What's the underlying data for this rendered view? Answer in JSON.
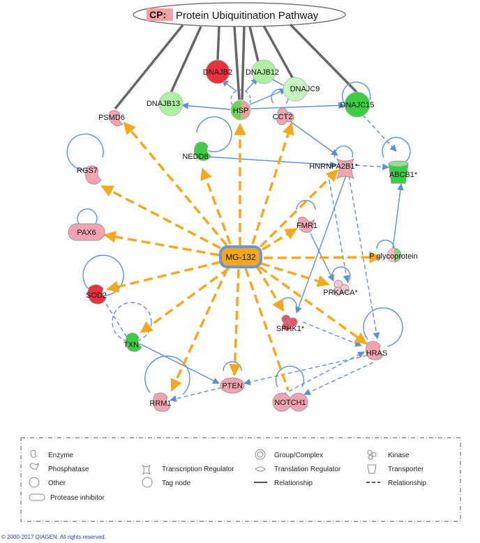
{
  "pathway": {
    "prefix": "CP:",
    "name": "Protein Ubiquitination Pathway"
  },
  "center": {
    "label": "MG-132",
    "type": "protease-inhibitor"
  },
  "nodes": {
    "DNAJB2": "DNAJB2",
    "DNAJB12": "DNAJB12",
    "DNAJC9": "DNAJC9",
    "DNAJB13": "DNAJB13",
    "HSP": "HSP",
    "DNAJC15": "DNAJC15",
    "PSMD6": "PSMD6",
    "NEDD8": "NEDD8",
    "CCT2": "CCT2",
    "RGS7": "RGS7",
    "HNRNPA2B1": "HNRNPA2B1*",
    "ABCB1": "ABCB1*",
    "PAX6": "PAX6",
    "FMR1": "FMR1",
    "PGLYCO": "P glycoprotein",
    "SOD2": "SOD2",
    "PRKACA": "PRKACA*",
    "SPHK1": "SPHK1*",
    "TXN": "TXN",
    "HRAS": "HRAS",
    "PTEN": "PTEN",
    "RRM1": "RRM1",
    "NOTCH1": "NOTCH1"
  },
  "colors": {
    "edge_blue": "#5b8fd6",
    "edge_orange": "#f4a91c",
    "edge_gray": "#666666",
    "node_pink": "#f4a3b3",
    "node_red": "#e8333f",
    "node_green": "#3ccd45",
    "node_lightgreen": "#aef0a4",
    "center_fill": "#f4a91c",
    "center_border": "#6f94d8",
    "cp_tag": "#f4a3a3"
  },
  "legend": {
    "enzyme": "Enzyme",
    "phosphatase": "Phosphatase",
    "other": "Other",
    "protease_inhibitor": "Protease inhibitor",
    "transcription_regulator": "Transcription Regulator",
    "tag_node": "Tag node",
    "group_complex": "Group/Complex",
    "translation_regulator": "Translation Regulator",
    "relationship_solid": "Relationship",
    "kinase": "Kinase",
    "transporter": "Transporter",
    "relationship_dashed": "Relationship"
  },
  "copyright": "© 2000-2017 QIAGEN. All rights reserved."
}
